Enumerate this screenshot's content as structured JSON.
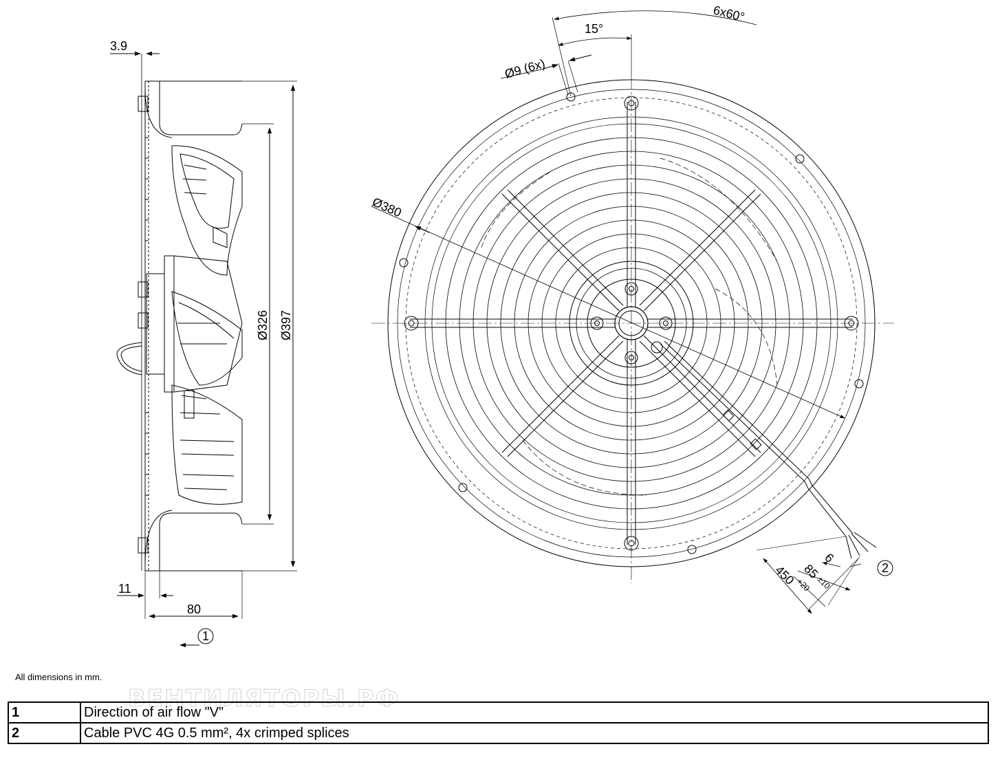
{
  "dimensions": {
    "side_top_offset": "3.9",
    "side_diameter_inner": "Ø326",
    "side_diameter_outer": "Ø397",
    "side_bottom_offset": "11",
    "side_depth": "80",
    "front_angle_step": "15°",
    "front_hole_pattern": "6x60°",
    "front_hole": "Ø9 (6x)",
    "front_bolt_circle": "Ø380",
    "cable_length": "450",
    "cable_length_tol": "+20",
    "cable_strip": "85",
    "cable_strip_tol": "±10",
    "cable_wire_strip": "6"
  },
  "callouts": {
    "airflow": "1",
    "cable": "2"
  },
  "note": "All dimensions in mm.",
  "watermark": "ВЕНТИЛЯТОРЫ.РФ",
  "legend": [
    {
      "number": "1",
      "description": "Direction of air flow \"V\""
    },
    {
      "number": "2",
      "description": "Cable PVC 4G 0.5 mm², 4x crimped splices"
    }
  ],
  "colors": {
    "line": "#000000",
    "background": "#ffffff"
  }
}
